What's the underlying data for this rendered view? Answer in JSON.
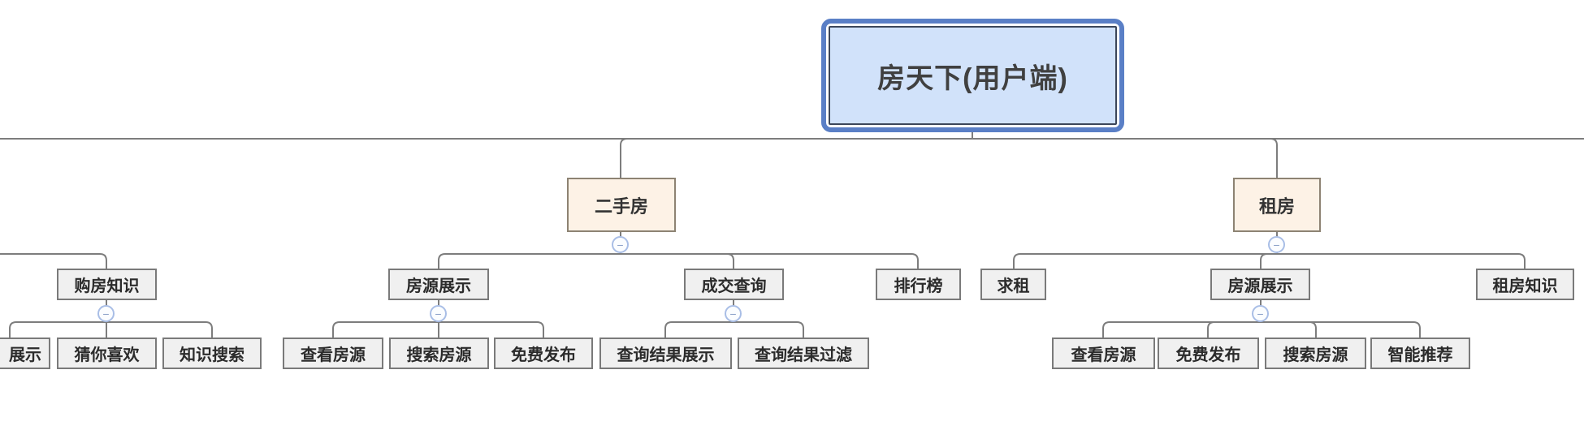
{
  "diagram": {
    "type": "mind-map-org-chart",
    "collapse_symbol": "−"
  },
  "nodes": {
    "root": {
      "label": "房天下(用户端)"
    },
    "ershoufang": {
      "label": "二手房"
    },
    "zufang": {
      "label": "租房"
    },
    "goufang_zhishi": {
      "label": "购房知识"
    },
    "zhanshi": {
      "label": "展示"
    },
    "cainixihuan": {
      "label": "猜你喜欢"
    },
    "zhishi_sousuo": {
      "label": "知识搜索"
    },
    "fy_zhanshi_esf": {
      "label": "房源展示"
    },
    "chakan_fy_esf": {
      "label": "查看房源"
    },
    "sousuo_fy_esf": {
      "label": "搜索房源"
    },
    "mianfei_fabu_esf": {
      "label": "免费发布"
    },
    "chengjiao_chaxun": {
      "label": "成交查询"
    },
    "cx_jieguo_zhanshi": {
      "label": "查询结果展示"
    },
    "cx_jieguo_guolv": {
      "label": "查询结果过滤"
    },
    "paihangbang": {
      "label": "排行榜"
    },
    "qiuzu": {
      "label": "求租"
    },
    "fy_zhanshi_zf": {
      "label": "房源展示"
    },
    "chakan_fy_zf": {
      "label": "查看房源"
    },
    "mianfei_fabu_zf": {
      "label": "免费发布"
    },
    "sousuo_fy_zf": {
      "label": "搜索房源"
    },
    "zhineng_tuijian": {
      "label": "智能推荐"
    },
    "zufang_zhishi": {
      "label": "租房知识"
    }
  },
  "hierarchy": {
    "root": "房天下(用户端)",
    "visible_branches": [
      {
        "label": "二手房",
        "collapsed": false,
        "children": [
          {
            "label": "房源展示",
            "collapsed": false,
            "children": [
              "查看房源",
              "搜索房源",
              "免费发布"
            ]
          },
          {
            "label": "成交查询",
            "collapsed": false,
            "children": [
              "查询结果展示",
              "查询结果过滤"
            ]
          },
          {
            "label": "排行榜"
          }
        ]
      },
      {
        "label": "租房",
        "collapsed": false,
        "children": [
          {
            "label": "求租"
          },
          {
            "label": "房源展示",
            "collapsed": false,
            "children": [
              "查看房源",
              "免费发布",
              "搜索房源",
              "智能推荐"
            ]
          },
          {
            "label": "租房知识"
          }
        ]
      },
      {
        "label": "(cut off at left edge)",
        "children": [
          {
            "label": "购房知识",
            "collapsed": false,
            "children": [
              "展示",
              "猜你喜欢",
              "知识搜索"
            ]
          }
        ]
      }
    ]
  },
  "colors": {
    "root_border": "#5a7fc6",
    "root_inner_border": "#3c4659",
    "root_fill": "#d1e2fa",
    "branch_fill": "#fdf2e6",
    "branch_border": "#8d8373",
    "node_fill": "#f0f0f0",
    "node_border": "#7a7a7a",
    "connector_line": "#7d7d7d",
    "collapse_border": "#a9bee6",
    "collapse_glyph": "#8aa0c8"
  }
}
